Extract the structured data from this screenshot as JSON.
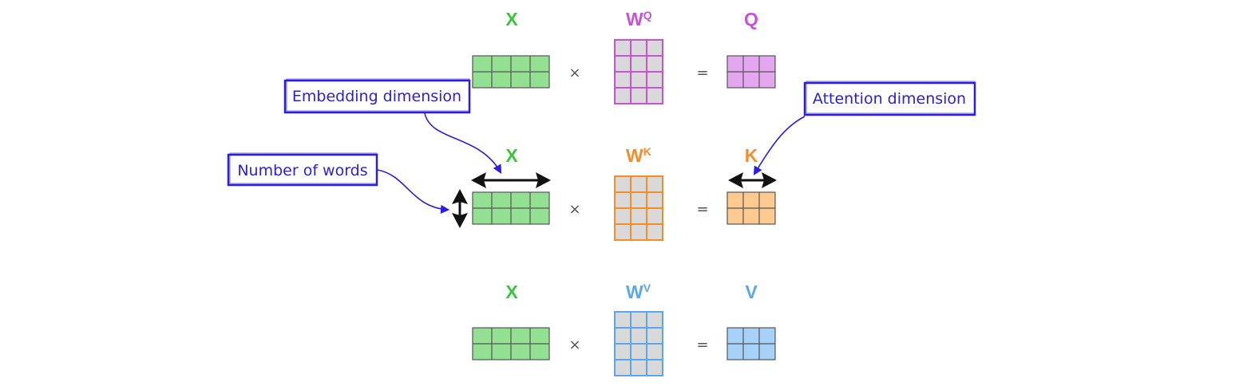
{
  "colors": {
    "x": "#3cc43c",
    "x_fill": "#93e093",
    "q": "#c752d7",
    "q_fill": "#e4a6ef",
    "k": "#f58d2a",
    "k_fill": "#fcc98e",
    "v": "#5ba7ee",
    "v_fill": "#a6d1f8",
    "weight_fill": "#d9d9d9",
    "grid_line": "#555555",
    "annotation": "#2a1ee0",
    "arrow": "#111111"
  },
  "rows": [
    {
      "id": "q",
      "x_label": "X",
      "w_label": "W",
      "w_superscript": "Q",
      "out_label": "Q",
      "times": "×",
      "equals": "="
    },
    {
      "id": "k",
      "x_label": "X",
      "w_label": "W",
      "w_superscript": "K",
      "out_label": "K",
      "times": "×",
      "equals": "="
    },
    {
      "id": "v",
      "x_label": "X",
      "w_label": "W",
      "w_superscript": "V",
      "out_label": "V",
      "times": "×",
      "equals": "="
    }
  ],
  "annotations": {
    "embedding_dimension": "Embedding dimension",
    "number_of_words": "Number of words",
    "attention_dimension": "Attention dimension"
  }
}
